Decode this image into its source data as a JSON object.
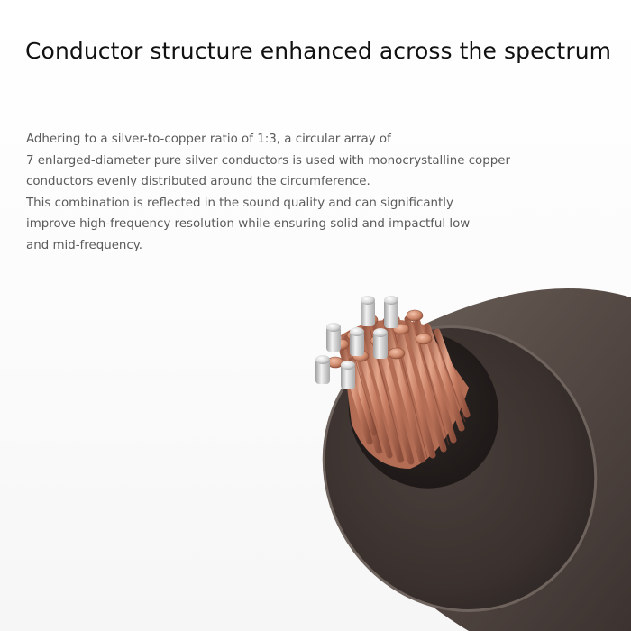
{
  "headline": "Conductor structure enhanced across the spectrum",
  "description": {
    "lines": [
      "Adhering to a silver-to-copper ratio of 1:3, a circular array of",
      "7 enlarged-diameter pure silver conductors is used with monocrystalline copper",
      "conductors evenly distributed around the circumference.",
      "This combination is reflected in the sound quality and can significantly",
      "improve high-frequency resolution while ensuring solid and impactful low",
      "and mid-frequency."
    ]
  },
  "colors": {
    "background": "#ffffff",
    "headline": "#111111",
    "body_text": "#5a5a5a",
    "jacket": "#5b4f4a",
    "inner_insulation": "#2b2422",
    "copper": "#c8826a",
    "silver": "#d9d9d9"
  }
}
